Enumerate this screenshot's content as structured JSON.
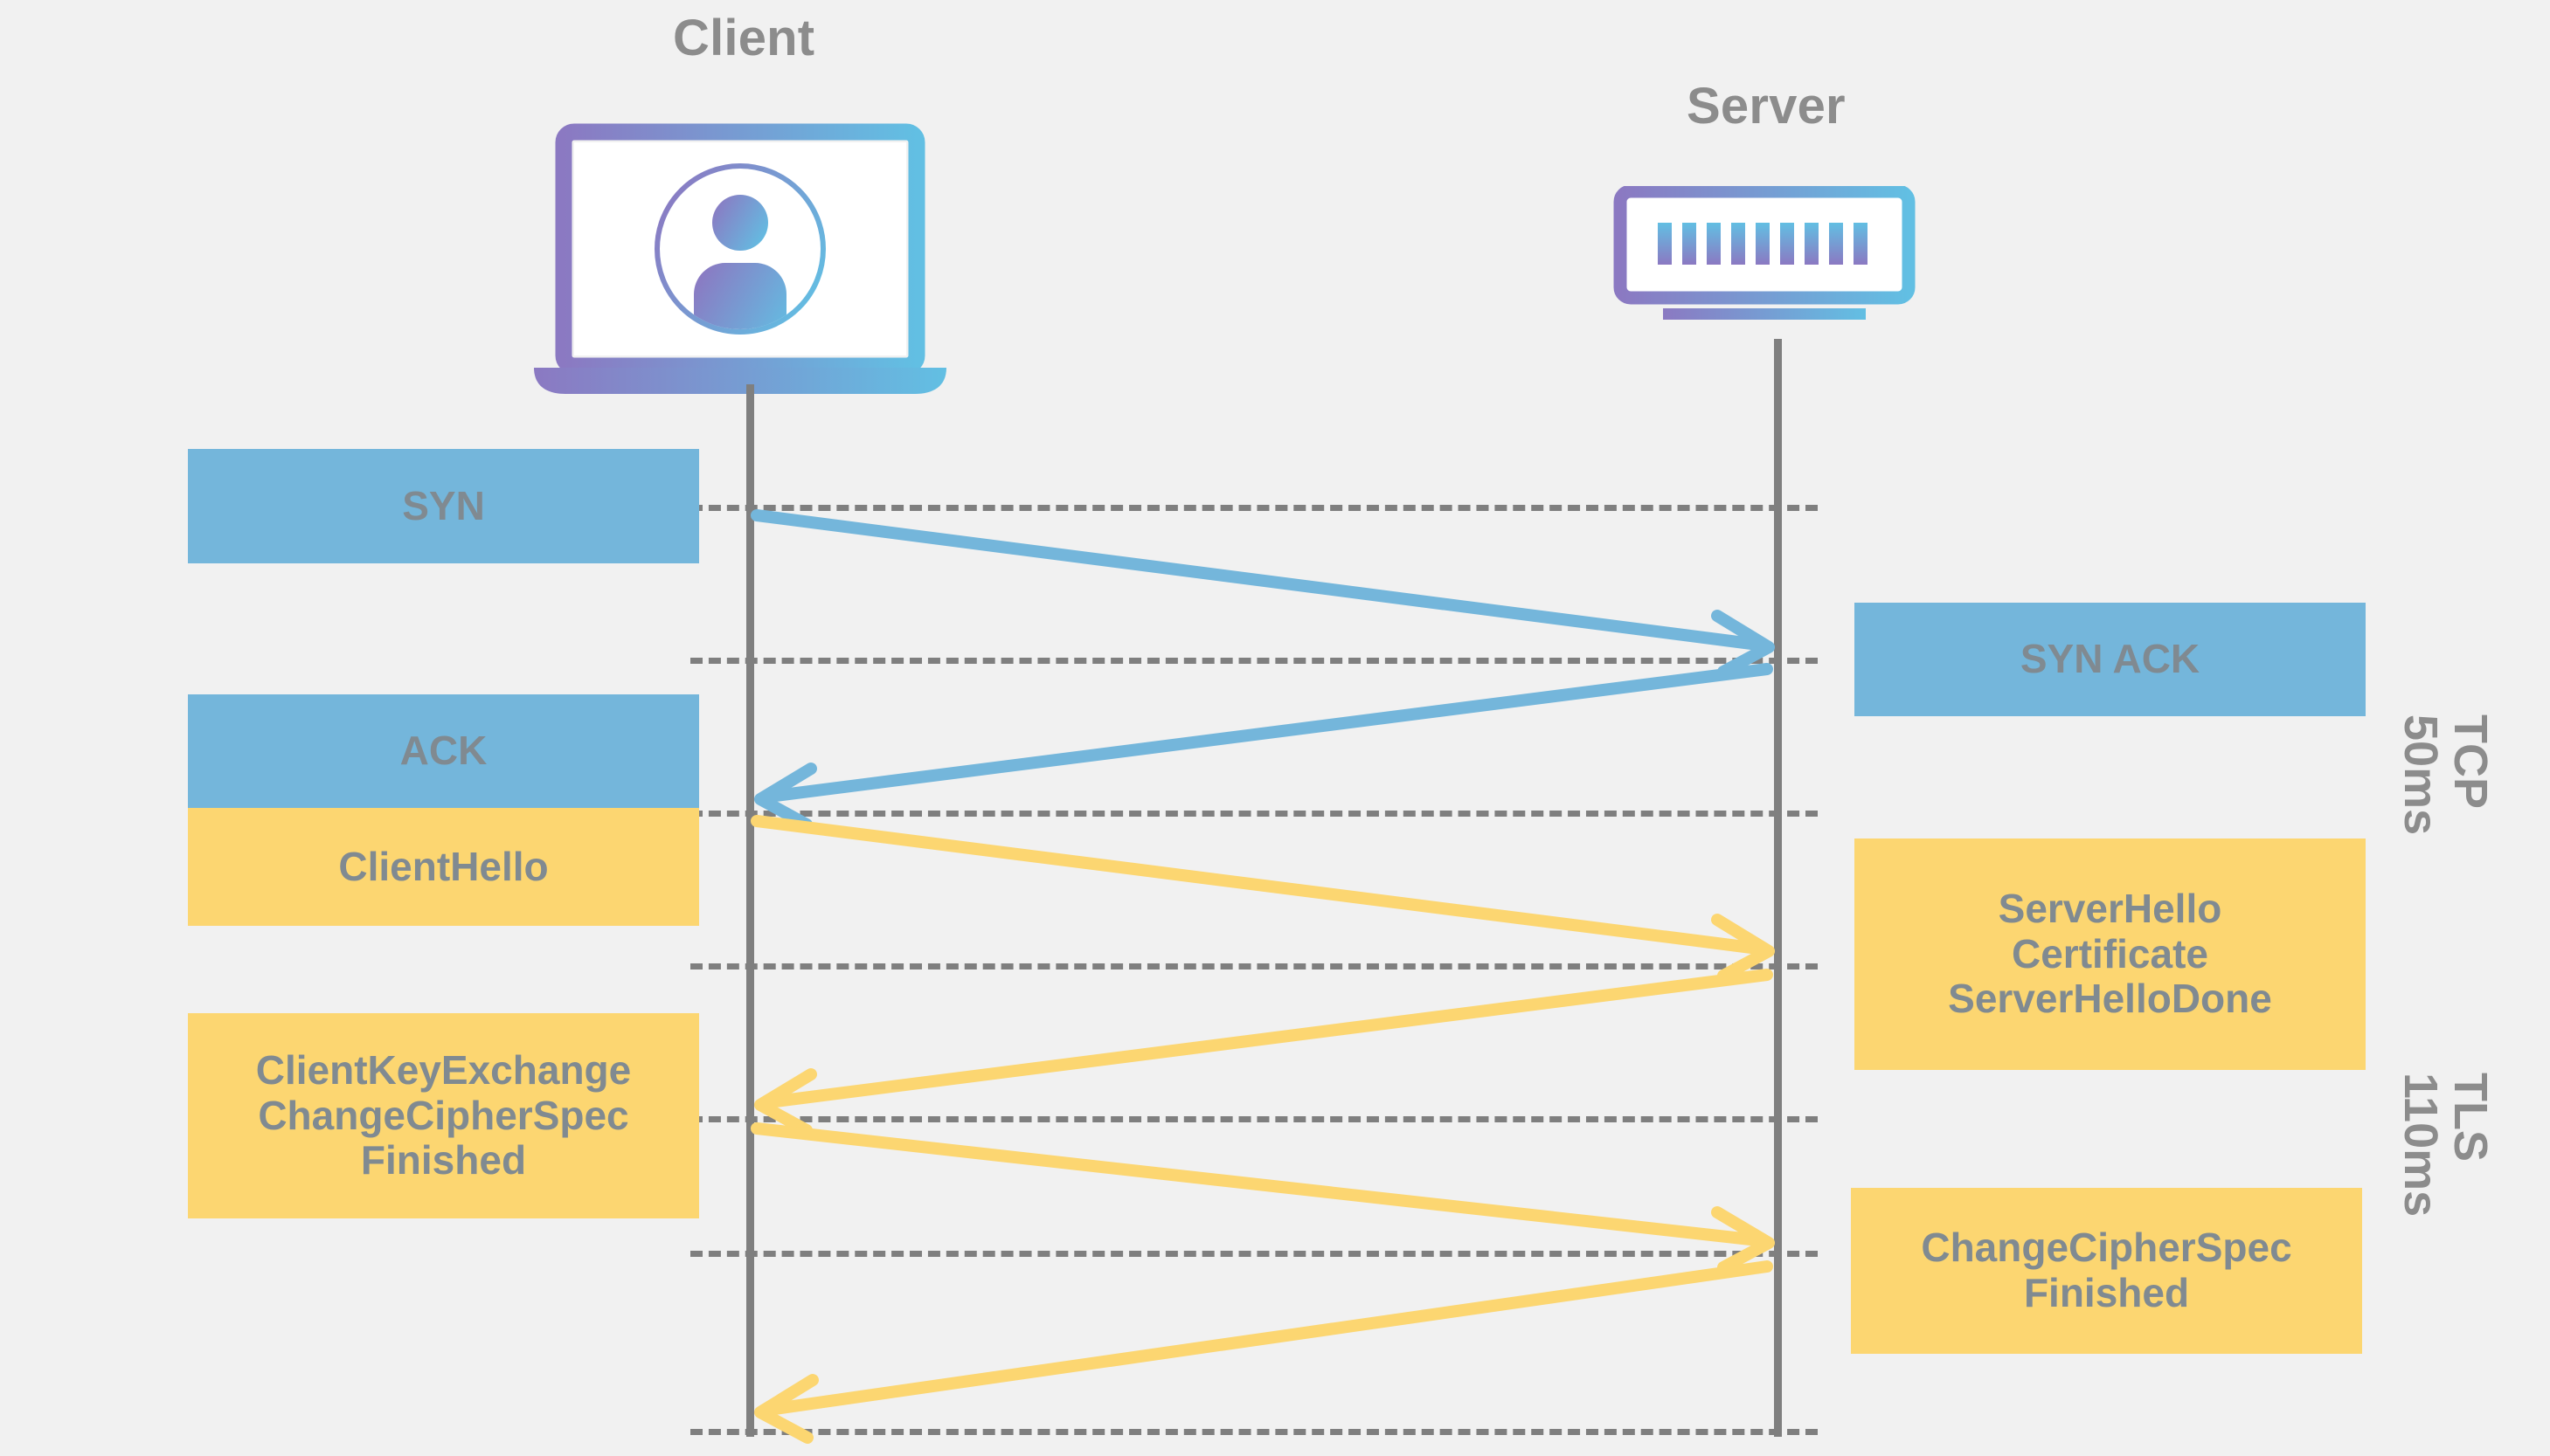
{
  "diagram": {
    "title_client": "Client",
    "title_server": "Server",
    "background_color": "#f1f1f1",
    "tcp_color": "#74b6db",
    "tls_color": "#fcd671",
    "text_color": "#808a91",
    "label_color": "#8c8c8c",
    "lifeline_color": "#7f7f7f"
  },
  "actors": [
    {
      "name": "client",
      "label": "Client",
      "icon": "laptop-user-icon"
    },
    {
      "name": "server",
      "label": "Server",
      "icon": "server-rack-icon"
    }
  ],
  "client_messages": [
    {
      "id": "syn",
      "label": "SYN",
      "protocol": "TCP"
    },
    {
      "id": "ack",
      "label": "ACK",
      "protocol": "TCP"
    },
    {
      "id": "clienthello",
      "label": "ClientHello",
      "protocol": "TLS"
    },
    {
      "id": "ckx",
      "label": "ClientKeyExchange\nChangeCipherSpec\nFinished",
      "protocol": "TLS"
    }
  ],
  "server_messages": [
    {
      "id": "synack",
      "label": "SYN ACK",
      "protocol": "TCP"
    },
    {
      "id": "serverhello",
      "label": "ServerHello\nCertificate\nServerHelloDone",
      "protocol": "TLS"
    },
    {
      "id": "ccs",
      "label": "ChangeCipherSpec\nFinished",
      "protocol": "TLS"
    }
  ],
  "phases": [
    {
      "id": "tcp",
      "name": "TCP",
      "duration": "50ms",
      "text": "TCP\n50ms"
    },
    {
      "id": "tls",
      "name": "TLS",
      "duration": "110ms",
      "text": "TLS\n110ms"
    }
  ],
  "arrows": [
    {
      "id": "arrow-syn",
      "from": "client",
      "to": "server",
      "protocol": "TCP",
      "direction": "right"
    },
    {
      "id": "arrow-synack",
      "from": "server",
      "to": "client",
      "protocol": "TCP",
      "direction": "left"
    },
    {
      "id": "arrow-clienthello",
      "from": "client",
      "to": "server",
      "protocol": "TLS",
      "direction": "right"
    },
    {
      "id": "arrow-serverhello",
      "from": "server",
      "to": "client",
      "protocol": "TLS",
      "direction": "left"
    },
    {
      "id": "arrow-ckx",
      "from": "client",
      "to": "server",
      "protocol": "TLS",
      "direction": "right"
    },
    {
      "id": "arrow-ccs",
      "from": "server",
      "to": "client",
      "protocol": "TLS",
      "direction": "left"
    }
  ]
}
